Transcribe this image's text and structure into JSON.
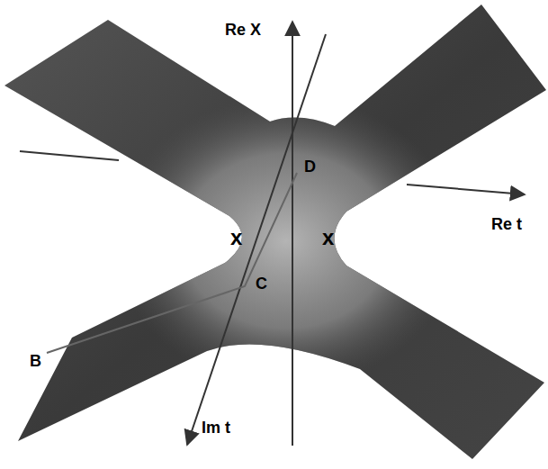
{
  "diagram": {
    "labels": [
      "Re X",
      "D",
      "Re t",
      "x",
      "x",
      "C",
      "B",
      "Im t"
    ]
  }
}
